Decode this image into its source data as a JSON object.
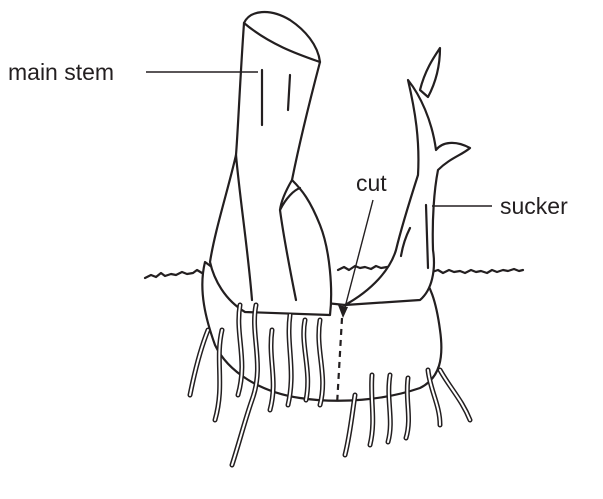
{
  "labels": {
    "main_stem": "main stem",
    "cut": "cut",
    "sucker": "sucker"
  }
}
